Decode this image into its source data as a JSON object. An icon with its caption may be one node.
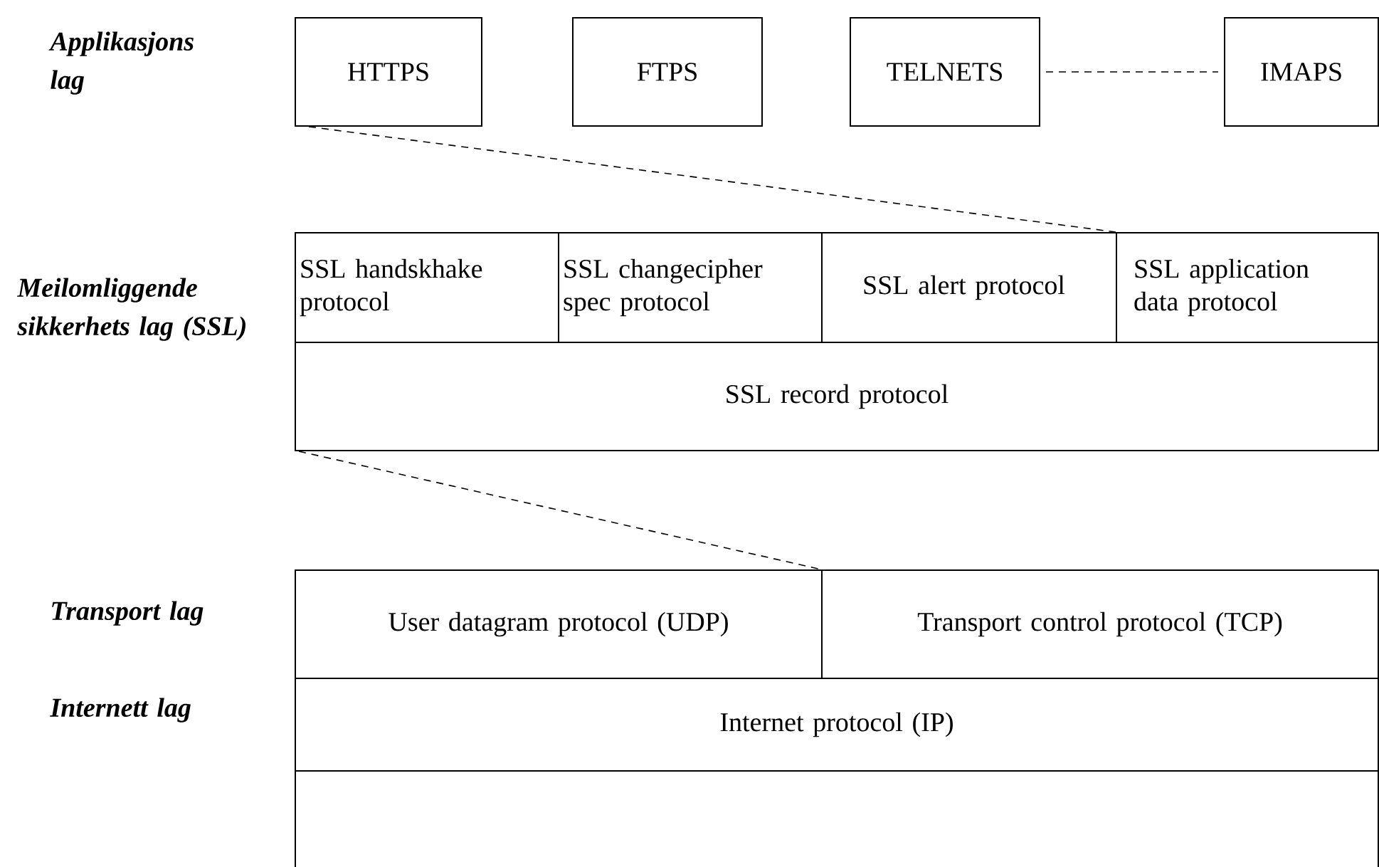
{
  "diagram": {
    "nodes": [
      {
        "text": [
          "HTTPS"
        ]
      },
      {
        "text": [
          "FTPS"
        ]
      },
      {
        "text": [
          "TELNETS"
        ]
      },
      {
        "text": [
          "IMAPS"
        ]
      },
      {
        "text": [
          "SSL handskhake protocol"
        ]
      },
      {
        "text": [
          "SSL changecipher spec protocol"
        ]
      },
      {
        "text": [
          "SSL alert protocol"
        ]
      },
      {
        "text": [
          "SSL application data protocol"
        ]
      },
      {
        "text": [
          "SSL record protocol"
        ]
      },
      {
        "text": [
          "User datagram protocol (UDP)"
        ]
      },
      {
        "text": [
          "Transport control protocol (TCP)"
        ]
      },
      {
        "text": [
          "Internet protocol (IP)"
        ]
      },
      {
        "text": [],
        "shape": "box"
      }
    ],
    "edges": [
      {
        "from": 2,
        "to": 3,
        "arrow": "none",
        "style": "dashed"
      },
      {
        "from": 0,
        "to": 7,
        "arrow": "none",
        "style": "dashed"
      },
      {
        "from": 8,
        "to": 10,
        "arrow": "none",
        "style": "dashed"
      }
    ],
    "labels": [
      "Applikasjons lag",
      "Meilomliggende sikkerhets lag (SSL)",
      "Transport lag",
      "Internett lag"
    ]
  }
}
